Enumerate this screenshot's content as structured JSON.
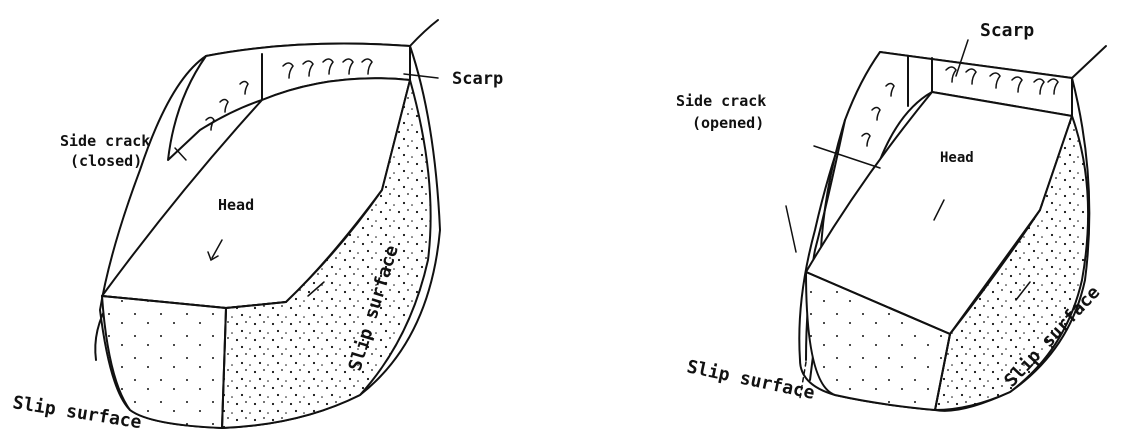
{
  "left_figure": {
    "labels": {
      "scarp": "Scarp",
      "side_crack_line1": "Side crack",
      "side_crack_line2": "(closed)",
      "head": "Head",
      "slip_surface_side": "Slip surface",
      "slip_surface_bottom": "Slip surface"
    }
  },
  "right_figure": {
    "labels": {
      "scarp": "Scarp",
      "side_crack_line1": "Side crack",
      "side_crack_line2": "(opened)",
      "head": "Head",
      "slip_surface_side": "Slip surface",
      "slip_surface_bottom": "Slip surface"
    }
  }
}
